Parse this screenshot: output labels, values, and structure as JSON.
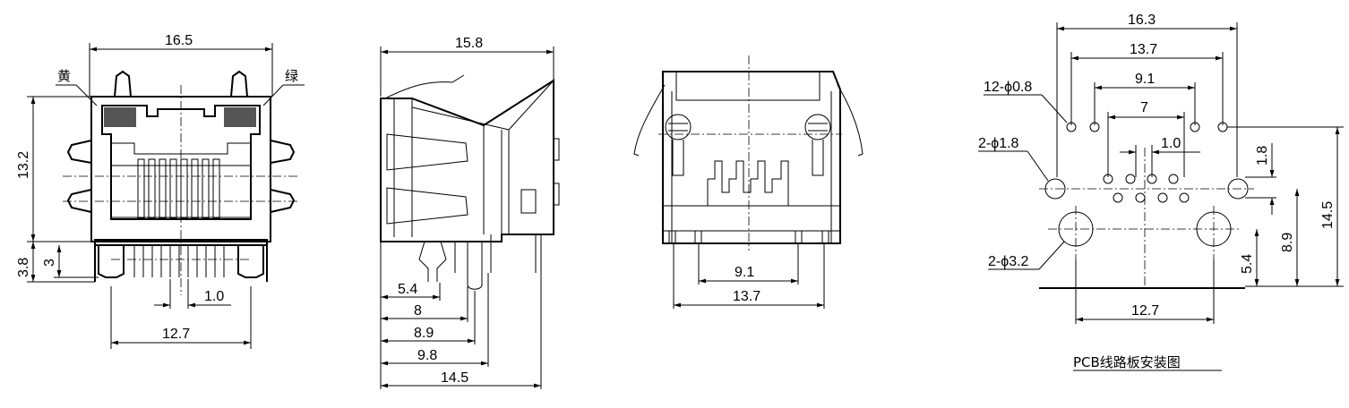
{
  "front_view": {
    "width": "16.5",
    "height": "13.2",
    "pin_pitch": "1.0",
    "pin_span": "12.7",
    "bottom_height": "3.8",
    "standoff": "3",
    "led_left": "黄",
    "led_right": "绿"
  },
  "side_view": {
    "depth": "15.8",
    "d1": "5.4",
    "d2": "8",
    "d3": "8.9",
    "d4": "9.8",
    "d5": "14.5"
  },
  "rear_view": {
    "inner_span": "9.1",
    "outer_span": "13.7"
  },
  "pcb_layout": {
    "top_width": "16.3",
    "row_width": "13.7",
    "pin_span_a": "9.1",
    "pin_span_b": "7",
    "pin_pitch": "1.0",
    "row_offset": "1.8",
    "total_height": "14.5",
    "mid_height": "8.9",
    "peg_height": "5.4",
    "peg_span": "12.7",
    "hole_small": "12-ϕ0.8",
    "hole_mount": "2-ϕ1.8",
    "hole_peg": "2-ϕ3.2",
    "caption": "PCB线路板安装图"
  }
}
